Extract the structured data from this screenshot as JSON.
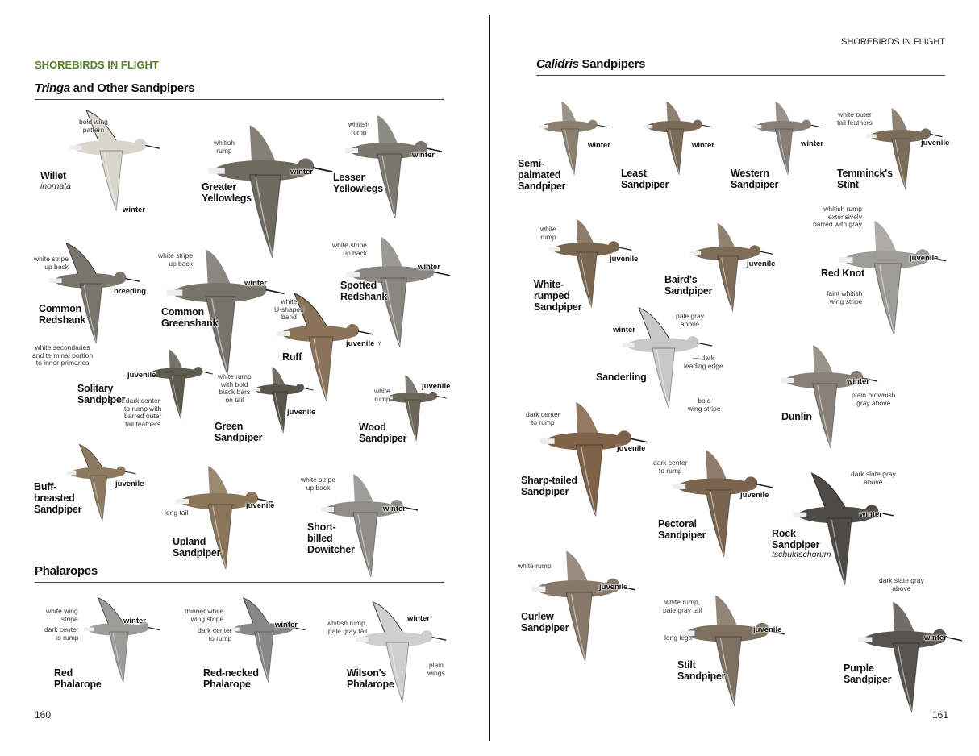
{
  "left_page": {
    "section_header": "SHOREBIRDS IN FLIGHT",
    "heading_italic": "Tringa",
    "heading_rest": " and Other Sandpipers",
    "phalaropes_heading": "Phalaropes",
    "page_number": "160",
    "species": [
      {
        "name": "Willet",
        "sci": "inornata",
        "plumage": "winter",
        "notes": [
          "bold wing\npattern"
        ]
      },
      {
        "name": "Greater\nYellowlegs",
        "plumage": "winter",
        "notes": [
          "whitish\nrump"
        ]
      },
      {
        "name": "Lesser\nYellowlegs",
        "plumage": "winter",
        "notes": [
          "whitish\nrump"
        ]
      },
      {
        "name": "Common\nRedshank",
        "plumage": "breeding",
        "notes": [
          "white stripe\nup back",
          "white secondaries\nand terminal portion\nto inner primaries"
        ]
      },
      {
        "name": "Common\nGreenshank",
        "plumage": "winter",
        "notes": [
          "white stripe\nup back"
        ]
      },
      {
        "name": "Spotted\nRedshank",
        "plumage": "winter",
        "notes": [
          "white stripe\nup back"
        ]
      },
      {
        "name": "Ruff",
        "plumage": "juvenile ♀",
        "notes": [
          "white\nU-shaped\nband"
        ]
      },
      {
        "name": "Solitary\nSandpiper",
        "plumage": "juvenile",
        "notes": [
          "dark center\nto rump with\nbarred outer\ntail feathers"
        ]
      },
      {
        "name": "Green\nSandpiper",
        "plumage": "juvenile",
        "notes": [
          "white rump\nwith bold\nblack bars\non tail"
        ]
      },
      {
        "name": "Wood\nSandpiper",
        "plumage": "juvenile",
        "notes": [
          "white\nrump"
        ]
      },
      {
        "name": "Buff-\nbreasted\nSandpiper",
        "plumage": "juvenile",
        "notes": []
      },
      {
        "name": "Upland\nSandpiper",
        "plumage": "juvenile",
        "notes": [
          "long tail"
        ]
      },
      {
        "name": "Short-\nbilled\nDowitcher",
        "plumage": "winter",
        "notes": [
          "white stripe\nup back"
        ]
      },
      {
        "name": "Red\nPhalarope",
        "plumage": "winter",
        "notes": [
          "white wing\nstripe",
          "dark center\nto rump"
        ]
      },
      {
        "name": "Red-necked\nPhalarope",
        "plumage": "winter",
        "notes": [
          "thinner white\nwing stripe",
          "dark center\nto rump"
        ]
      },
      {
        "name": "Wilson's\nPhalarope",
        "plumage": "winter",
        "notes": [
          "whitish rump,\npale gray tail",
          "plain\nwings"
        ]
      }
    ]
  },
  "right_page": {
    "running_header": "SHOREBIRDS IN FLIGHT",
    "heading_italic": "Calidris",
    "heading_rest": " Sandpipers",
    "page_number": "161",
    "species": [
      {
        "name": "Semi-\npalmated\nSandpiper",
        "plumage": "winter",
        "notes": []
      },
      {
        "name": "Least\nSandpiper",
        "plumage": "winter",
        "notes": []
      },
      {
        "name": "Western\nSandpiper",
        "plumage": "winter",
        "notes": []
      },
      {
        "name": "Temminck's\nStint",
        "plumage": "juvenile",
        "notes": [
          "white outer\ntail feathers"
        ]
      },
      {
        "name": "White-\nrumped\nSandpiper",
        "plumage": "juvenile",
        "notes": [
          "white\nrump"
        ]
      },
      {
        "name": "Baird's\nSandpiper",
        "plumage": "juvenile",
        "notes": []
      },
      {
        "name": "Red Knot",
        "plumage": "juvenile",
        "notes": [
          "whitish rump\nextensively\nbarred with gray",
          "faint whitish\nwing stripe"
        ]
      },
      {
        "name": "Sanderling",
        "plumage": "winter",
        "notes": [
          "pale gray\nabove",
          "— dark\n  leading edge",
          "bold\nwing stripe"
        ]
      },
      {
        "name": "Dunlin",
        "plumage": "winter",
        "notes": [
          "plain brownish\ngray above"
        ]
      },
      {
        "name": "Sharp-tailed\nSandpiper",
        "plumage": "juvenile",
        "notes": [
          "dark center\nto rump"
        ]
      },
      {
        "name": "Pectoral\nSandpiper",
        "plumage": "juvenile",
        "notes": [
          "dark center\nto rump"
        ]
      },
      {
        "name": "Rock\nSandpiper",
        "sci": "tschuktschorum",
        "plumage": "winter",
        "notes": [
          "dark slate gray\nabove"
        ]
      },
      {
        "name": "Curlew\nSandpiper",
        "plumage": "juvenile",
        "notes": [
          "white rump"
        ]
      },
      {
        "name": "Stilt\nSandpiper",
        "plumage": "juvenile",
        "notes": [
          "white rump,\npale gray tail",
          "long legs"
        ]
      },
      {
        "name": "Purple\nSandpiper",
        "plumage": "winter",
        "notes": [
          "dark slate gray\nabove"
        ]
      }
    ]
  },
  "colors": {
    "section_green": "#5b7d2c"
  }
}
